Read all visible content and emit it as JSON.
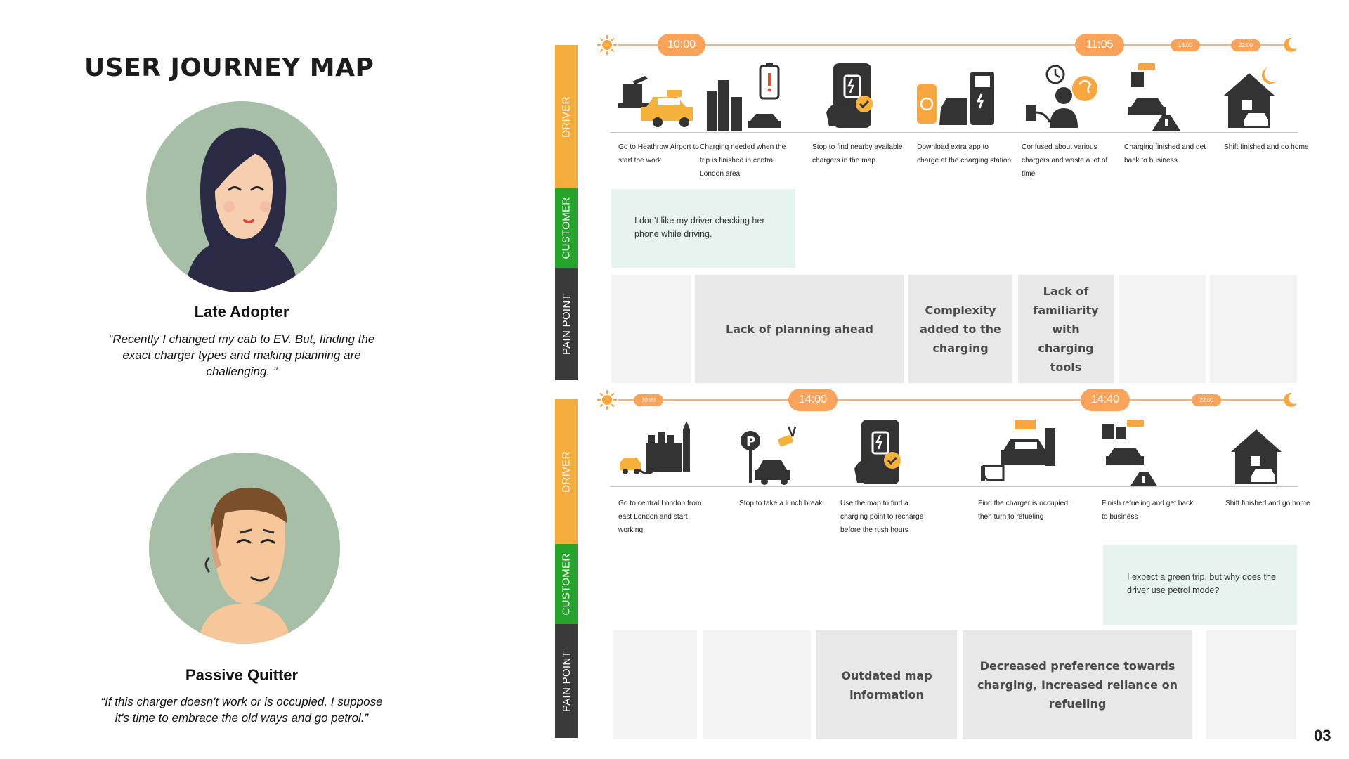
{
  "page_title": "USER JOURNEY MAP",
  "page_number": "03",
  "lane_labels": {
    "driver": "DRIVER",
    "customer": "CUSTOMER",
    "pain": "PAIN POINT"
  },
  "colors": {
    "driver": "#f4ad3d",
    "customer": "#26a32a",
    "pain": "#3a3a3a",
    "timeline": "#f9a45a",
    "customer_box": "#e6f3ee"
  },
  "personas": [
    {
      "name": "Late Adopter",
      "quote": "“Recently I changed my cab to EV. But, finding the exact charger types and making planning are challenging. ”",
      "timeline": {
        "times": [
          {
            "label": "10:00"
          },
          {
            "label": "11:05"
          },
          {
            "label": "18:00"
          },
          {
            "label": "22:00"
          }
        ]
      },
      "steps": [
        {
          "icon": "airport-taxi-icon",
          "text": "Go to Heathrow Airport to start the work"
        },
        {
          "icon": "city-low-battery-icon",
          "text": "Charging needed when the trip is finished in central London area"
        },
        {
          "icon": "phone-map-charger-icon",
          "text": "Stop to find nearby available chargers in the map"
        },
        {
          "icon": "charging-station-app-icon",
          "text": "Download extra app to charge at the charging station"
        },
        {
          "icon": "confused-person-charger-icon",
          "text": "Confused about various chargers and waste a lot of time"
        },
        {
          "icon": "road-exit-car-icon",
          "text": "Charging finished and get back to business"
        },
        {
          "icon": "house-night-car-icon",
          "text": "Shift finished and go home"
        }
      ],
      "customer_quote": "I don’t like my driver checking her phone while driving.",
      "pain_points": [
        "",
        "Lack of planning ahead",
        "Complexity added to the charging",
        "Lack of familiarity with charging tools",
        "",
        ""
      ]
    },
    {
      "name": "Passive Quitter",
      "quote": "“If this charger doesn't work or is occupied, I suppose it's time to embrace the old ways and go petrol.”",
      "timeline": {
        "times": [
          {
            "label": "10:00"
          },
          {
            "label": "14:00"
          },
          {
            "label": "14:40"
          },
          {
            "label": "22:00"
          }
        ]
      },
      "steps": [
        {
          "icon": "london-landmarks-taxi-icon",
          "text": "Go to central London from east London and start working"
        },
        {
          "icon": "parking-lunch-icon",
          "text": "Stop to take a lunch break"
        },
        {
          "icon": "phone-map-charger-icon",
          "text": "Use the map to find a charging point to recharge before the rush hours"
        },
        {
          "icon": "occupied-charger-icon",
          "text": "Find the charger is occupied, then turn to refueling"
        },
        {
          "icon": "road-exit-fuel-icon",
          "text": "Finish refueling and get back to business"
        },
        {
          "icon": "house-car-icon",
          "text": "Shift finished and go home"
        }
      ],
      "customer_quote": "I expect a green trip, but why does the driver use petrol mode?",
      "pain_points": [
        "",
        "",
        "Outdated map information",
        "Decreased preference towards charging, Increased reliance on refueling",
        ""
      ]
    }
  ]
}
